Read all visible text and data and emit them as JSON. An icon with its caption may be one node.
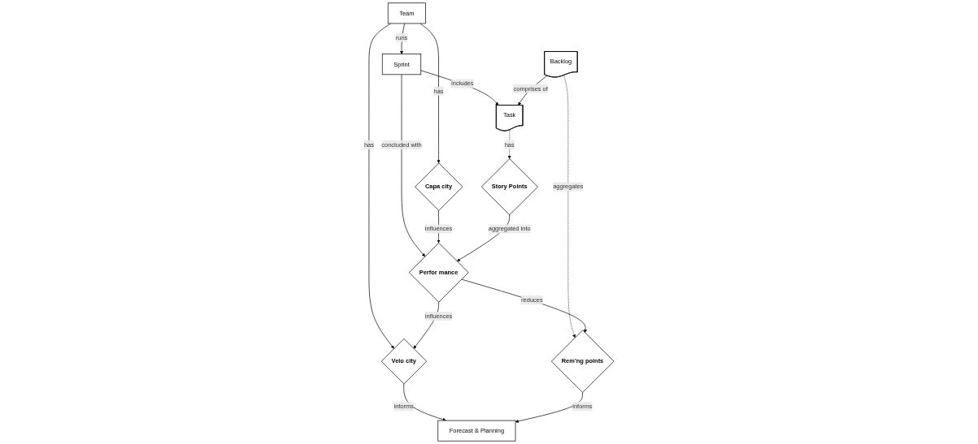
{
  "diagram": {
    "nodes": [
      {
        "text": [
          "Team"
        ]
      },
      {
        "text": [
          "Sprint"
        ]
      },
      {
        "text": [
          "Task"
        ]
      },
      {
        "text": [
          "Backlog"
        ]
      },
      {
        "text": [
          "Capa city"
        ]
      },
      {
        "text": [
          "Velo city"
        ]
      },
      {
        "text": [
          "Perfor mance"
        ]
      },
      {
        "text": [
          "Story Points"
        ]
      },
      {
        "text": [
          "Rem'ng points"
        ]
      },
      {
        "text": [
          "Forecast & Planning"
        ]
      }
    ],
    "edges": [
      {
        "from": 0,
        "to": 1,
        "arrow": "to",
        "label": "runs"
      },
      {
        "from": 1,
        "to": 2,
        "arrow": "to",
        "label": "includes"
      },
      {
        "from": 3,
        "to": 2,
        "arrow": "to",
        "label": "comprises of"
      },
      {
        "from": 0,
        "to": 4,
        "arrow": "to",
        "label": "has"
      },
      {
        "from": 0,
        "to": 5,
        "arrow": "to",
        "label": "has"
      },
      {
        "from": 1,
        "to": 6,
        "arrow": "to",
        "label": "concluded with"
      },
      {
        "from": 4,
        "to": 6,
        "arrow": "to",
        "label": "influences"
      },
      {
        "from": 2,
        "to": 7,
        "arrow": "to",
        "label": "has",
        "style": "dashed"
      },
      {
        "from": 3,
        "to": 8,
        "arrow": "to",
        "label": "aggregates",
        "style": "dashed"
      },
      {
        "from": 7,
        "to": 6,
        "arrow": "to",
        "label": "aggregated into"
      },
      {
        "from": 6,
        "to": 5,
        "arrow": "to",
        "label": "influences"
      },
      {
        "from": 6,
        "to": 8,
        "arrow": "to",
        "label": "reduces"
      },
      {
        "from": 5,
        "to": 9,
        "arrow": "to",
        "label": "informs"
      },
      {
        "from": 8,
        "to": 9,
        "arrow": "to",
        "label": "informs"
      }
    ]
  }
}
